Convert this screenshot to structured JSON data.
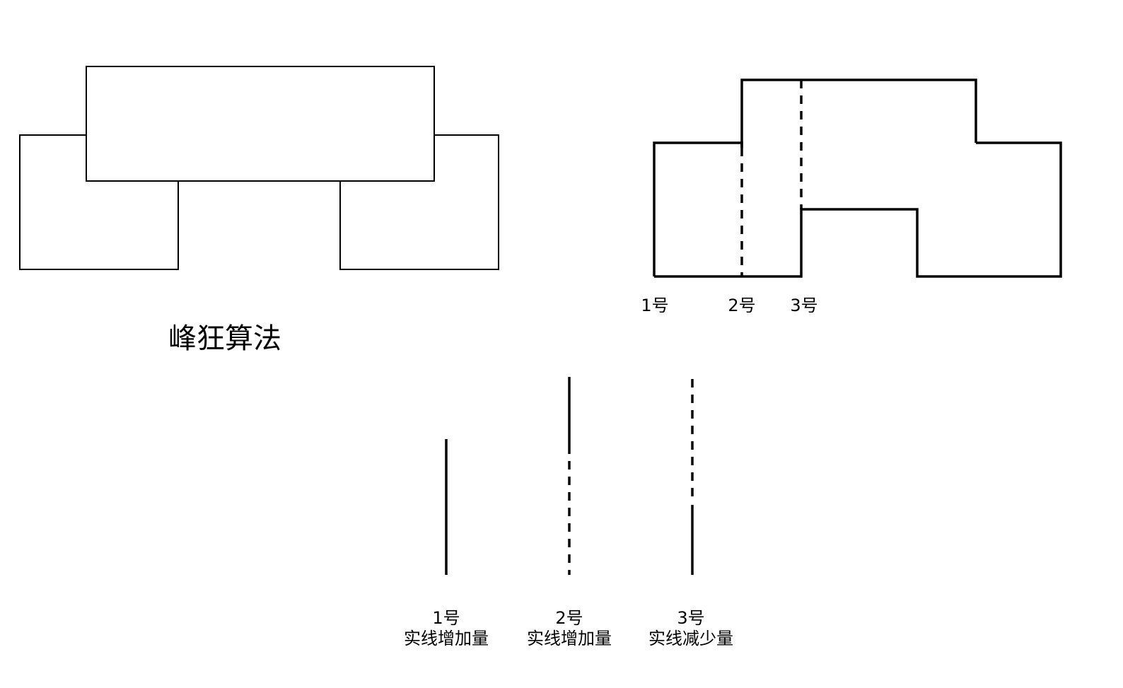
{
  "title": "峰狂算法",
  "outline_labels": [
    "1号",
    "2号",
    "3号"
  ],
  "segments": [
    {
      "number": "1号",
      "description": "实线增加量"
    },
    {
      "number": "2号",
      "description": "实线增加量"
    },
    {
      "number": "3号",
      "description": "实线减少量"
    }
  ],
  "colors": {
    "stroke": "#000000",
    "background": "#ffffff"
  }
}
